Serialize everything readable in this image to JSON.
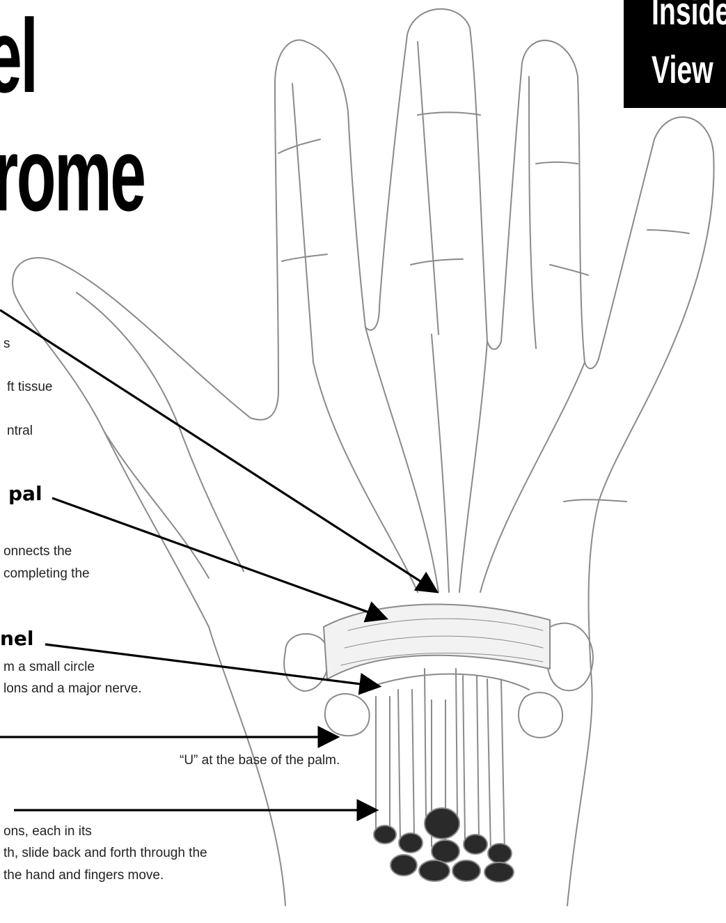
{
  "title": {
    "line1": "el",
    "line2": "rome"
  },
  "badge": {
    "line1": "Inside",
    "line2": "View"
  },
  "labels": {
    "nerve_text": [
      "s",
      "ft tissue",
      "ntral"
    ],
    "ligament_heading": "pal",
    "ligament_text": [
      "onnects the",
      "completing the"
    ],
    "tunnel_heading": "nel",
    "tunnel_text": [
      "m a small circle",
      "lons and a major nerve."
    ],
    "bones_text": [
      "“U” at the base of the palm."
    ],
    "tendons_text": [
      "ons, each in its",
      "th, slide back and forth through the",
      "the hand and fingers move."
    ]
  },
  "colors": {
    "ink": "#000000",
    "sketch": "#8a8a8a",
    "tendon_end": "#2a2a2a"
  }
}
